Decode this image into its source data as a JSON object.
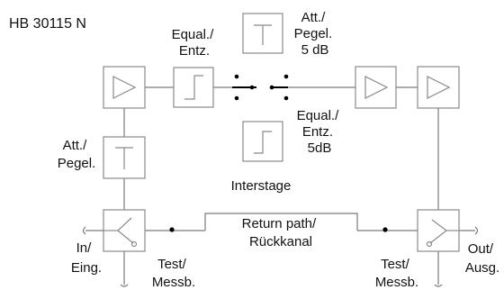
{
  "title": "HB 30115 N",
  "labels": {
    "eq_top": [
      "Equal./",
      "Entz."
    ],
    "att_top": [
      "Att./",
      "Pegel.",
      "5 dB"
    ],
    "eq_mid": [
      "Equal./",
      "Entz.",
      "5dB"
    ],
    "att_left": [
      "Att./",
      "Pegel."
    ],
    "interstage": "Interstage",
    "return_path": [
      "Return path/",
      "Rückkanal"
    ],
    "in": [
      "In/",
      "Eing."
    ],
    "test_left": [
      "Test/",
      "Messb."
    ],
    "test_right": [
      "Test/",
      "Messb."
    ],
    "out": [
      "Out/",
      "Ausg."
    ]
  }
}
